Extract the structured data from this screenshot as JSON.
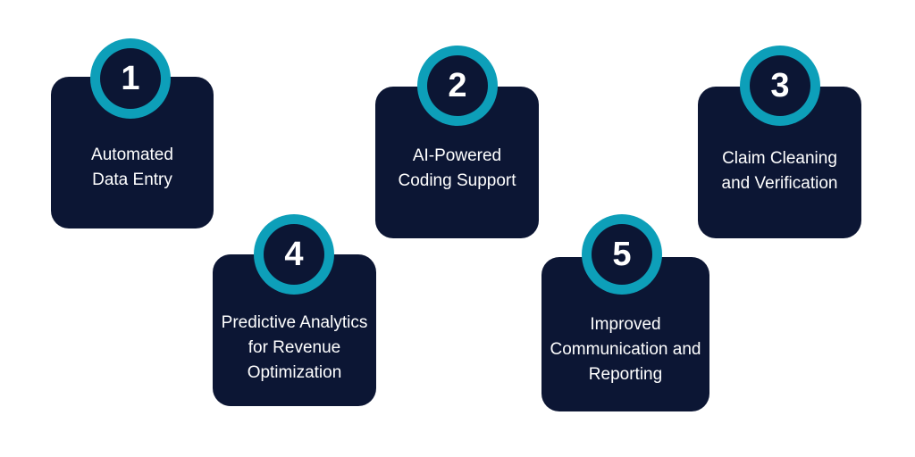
{
  "colors": {
    "card": "#0c1634",
    "ring": "#0d9fb9",
    "text": "#ffffff",
    "background": "#ffffff"
  },
  "steps": [
    {
      "number": "1",
      "label": "Automated\nData Entry"
    },
    {
      "number": "2",
      "label": "AI-Powered\nCoding Support"
    },
    {
      "number": "3",
      "label": "Claim Cleaning\nand Verification"
    },
    {
      "number": "4",
      "label": "Predictive Analytics\nfor Revenue\nOptimization"
    },
    {
      "number": "5",
      "label": "Improved\nCommunication and\nReporting"
    }
  ]
}
